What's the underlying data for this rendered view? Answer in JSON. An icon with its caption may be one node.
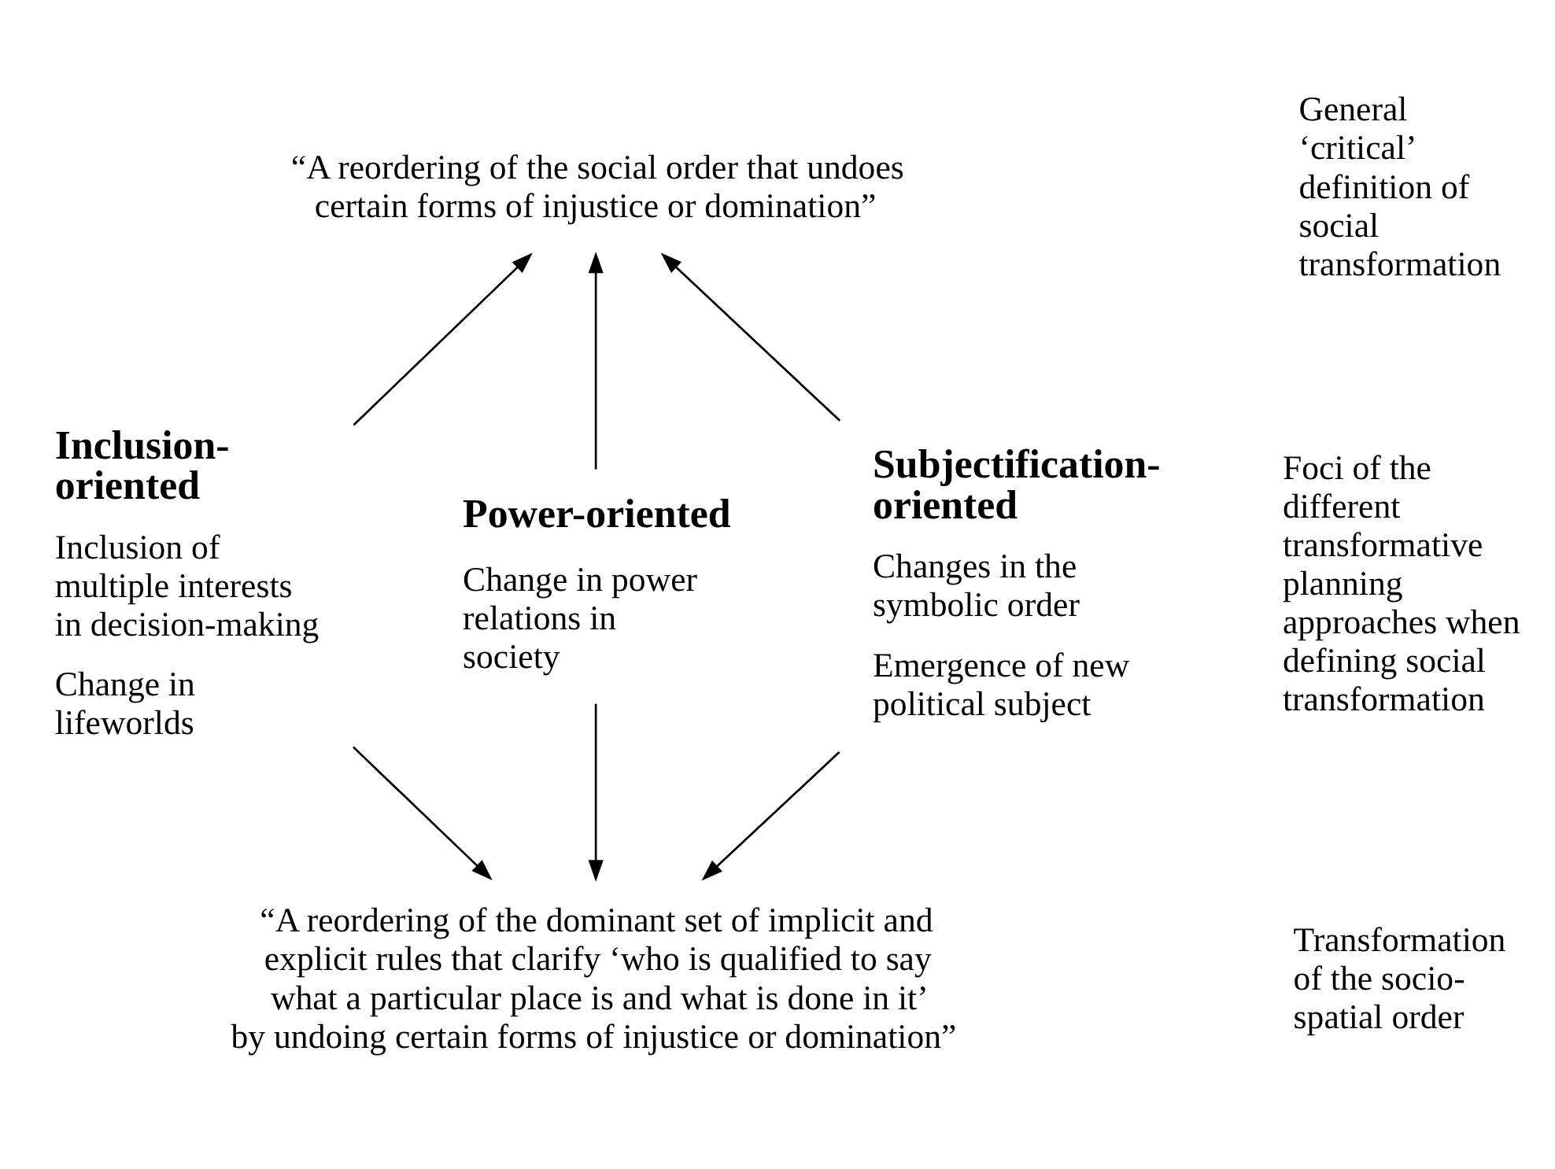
{
  "diagram": {
    "nodes": [
      {
        "text": [
          "“A reordering of the social order that undoes certain forms of injustice or domination”"
        ]
      },
      {
        "text": [
          "Inclusion-oriented",
          "Inclusion of multiple interests in decision-making",
          "Change in lifeworlds"
        ]
      },
      {
        "text": [
          "Power-oriented",
          "Change in power relations in society"
        ]
      },
      {
        "text": [
          "Subjectification-oriented",
          "Changes in the symbolic order",
          "Emergence of new political subject"
        ]
      },
      {
        "text": [
          "“A reordering of the dominant set of implicit and explicit rules that clarify ‘who is qualified to say what a particular place is and what is done in it’ by undoing certain forms of injustice or domination”"
        ]
      }
    ],
    "edges": [
      {
        "from": 1,
        "to": 0,
        "arrow": "to"
      },
      {
        "from": 2,
        "to": 0,
        "arrow": "to"
      },
      {
        "from": 3,
        "to": 0,
        "arrow": "to"
      },
      {
        "from": 1,
        "to": 4,
        "arrow": "to"
      },
      {
        "from": 2,
        "to": 4,
        "arrow": "to"
      },
      {
        "from": 3,
        "to": 4,
        "arrow": "to"
      }
    ],
    "labels": [
      "General ‘critical’ definition of social transformation",
      "Foci of the different transformative planning approaches when defining social transformation",
      "Transformation of the socio-spatial order"
    ]
  }
}
